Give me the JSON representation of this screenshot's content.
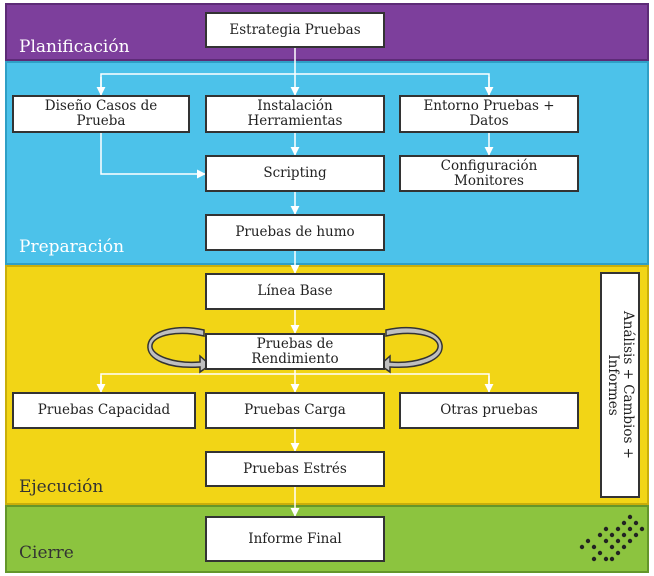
{
  "phases": {
    "planning": {
      "label": "Planificación",
      "color": "#7d3f9c"
    },
    "preparation": {
      "label": "Preparación",
      "color": "#4cc2ea"
    },
    "execution": {
      "label": "Ejecución",
      "color": "#f2d516"
    },
    "closing": {
      "label": "Cierre",
      "color": "#8cc43f"
    }
  },
  "boxes": {
    "strategy": "Estrategia Pruebas",
    "test_case_design": "Diseño Casos de\nPrueba",
    "tool_install": "Instalación\nHerramientas",
    "env_data": "Entorno Pruebas +\nDatos",
    "scripting": "Scripting",
    "monitor_config": "Configuración\nMonitores",
    "smoke_tests": "Pruebas de humo",
    "baseline": "Línea Base",
    "performance": "Pruebas de\nRendimiento",
    "capacity": "Pruebas Capacidad",
    "load": "Pruebas Carga",
    "other": "Otras pruebas",
    "stress": "Pruebas Estrés",
    "final_report": "Informe Final"
  },
  "side_panel": "Análisis + Cambios +\nInformes",
  "icons": {
    "cycle": "cycle-arrow-icon",
    "logo": "checkmark-logo-icon"
  }
}
